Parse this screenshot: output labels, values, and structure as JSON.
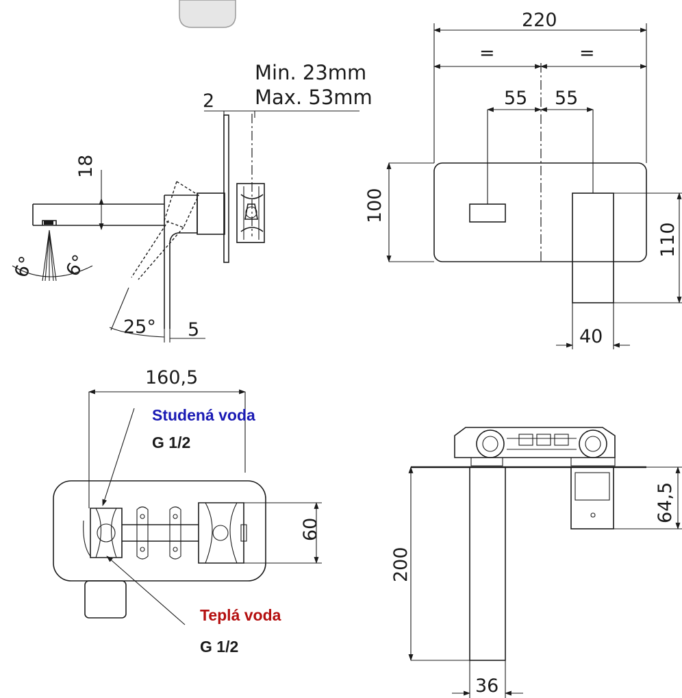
{
  "side_view": {
    "note_min": "Min. 23mm",
    "note_max": "Max. 53mm",
    "dim_plate": "2",
    "dim_spout": "18",
    "angle_left": "6°",
    "angle_right": "6°",
    "angle_lever": "25°",
    "dim_lever": "5"
  },
  "front_view": {
    "dim_total_width": "220",
    "dim_equal_left": "=",
    "dim_equal_right": "=",
    "dim_offset_left": "55",
    "dim_offset_right": "55",
    "dim_height": "100",
    "dim_lever_height": "110",
    "dim_lever_width": "40"
  },
  "body_view": {
    "dim_length": "160,5",
    "dim_height": "60",
    "cold_label": "Studená voda",
    "cold_thread": "G 1/2",
    "hot_label": "Teplá voda",
    "hot_thread": "G 1/2"
  },
  "top_view": {
    "dim_depth": "200",
    "dim_spout_width": "36",
    "dim_lever_depth": "64,5"
  },
  "colors": {
    "line": "#1a1a1a",
    "cold": "#1a1ab4",
    "hot": "#b40f0f"
  }
}
